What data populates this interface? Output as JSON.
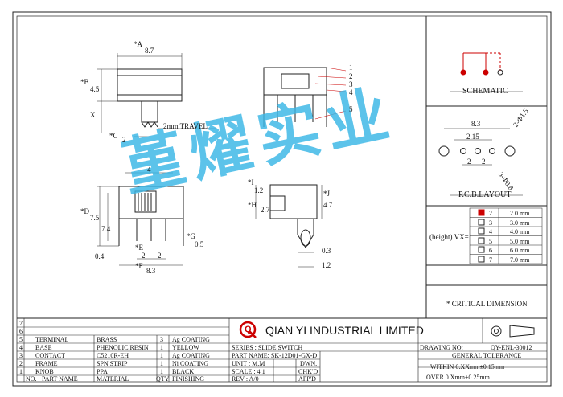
{
  "drawing": {
    "top_view": {
      "dim_a": "*A",
      "dim_a_val": "8.7",
      "dim_b": "*B",
      "dim_b_val": "4.5",
      "dim_x": "X",
      "dim_c": "*C",
      "dim_c_val": "2",
      "travel": "2mm TRAVEL"
    },
    "side_view": {
      "callouts": [
        "1",
        "2",
        "3",
        "4",
        "5"
      ]
    },
    "front_view": {
      "dim_top": "4",
      "dim_d": "*D",
      "d_val1": "7.5",
      "d_val2": "7.4",
      "dim_e": "*E",
      "e_val": "2",
      "e_val2": "2",
      "dim_f": "*F",
      "f_val": "8.3",
      "dim_g": "*G",
      "g_val": "0.5",
      "left_val": "0.4"
    },
    "end_view": {
      "dim_i": "*I",
      "i_val": "1.2",
      "dim_h": "*H",
      "h_val": "2.7",
      "dim_j": "*J",
      "j_val": "4.7",
      "val_03": "0.3",
      "val_12": "1.2"
    }
  },
  "schematic": {
    "label": "SCHEMATIC"
  },
  "pcb": {
    "label": "P.C.B.LAYOUT",
    "w": "8.3",
    "pitch": "2.15",
    "p1": "2",
    "p2": "2",
    "pad": "2-Φ1.5",
    "hole": "3-Φ0.8"
  },
  "height": {
    "label": "(height) VX=",
    "rows": [
      {
        "n": "2",
        "v": "2.0 mm",
        "checked": true
      },
      {
        "n": "3",
        "v": "3.0 mm",
        "checked": false
      },
      {
        "n": "4",
        "v": "4.0 mm",
        "checked": false
      },
      {
        "n": "5",
        "v": "5.0 mm",
        "checked": false
      },
      {
        "n": "6",
        "v": "6.0 mm",
        "checked": false
      },
      {
        "n": "7",
        "v": "7.0 mm",
        "checked": false
      }
    ]
  },
  "critical": "* CRITICAL  DIMENSION",
  "bom": {
    "rows": [
      {
        "no": "7",
        "part": "",
        "material": "",
        "qty": "",
        "finish": ""
      },
      {
        "no": "6",
        "part": "",
        "material": "",
        "qty": "",
        "finish": ""
      },
      {
        "no": "5",
        "part": "TERMINAL",
        "material": "BRASS",
        "qty": "3",
        "finish": "Ag COATING"
      },
      {
        "no": "4",
        "part": "BASE",
        "material": "PHENOLIC RESIN",
        "qty": "1",
        "finish": "YELLOW"
      },
      {
        "no": "3",
        "part": "CONTACT",
        "material": "C5210R-EH",
        "qty": "1",
        "finish": "Ag COATING"
      },
      {
        "no": "2",
        "part": "FRAME",
        "material": "SPN STRIP",
        "qty": "1",
        "finish": "Ni COATING"
      },
      {
        "no": "1",
        "part": "KNOB",
        "material": "PPA",
        "qty": "1",
        "finish": "BLACK"
      }
    ],
    "header": {
      "no": "NO.",
      "part": "PART NAME",
      "material": "MATERIAL",
      "qty": "QTY",
      "finish": "FINISHING"
    }
  },
  "title": {
    "logo": "Q",
    "company": "QIAN YI INDUSTRIAL LIMITED",
    "series": "SERIES : SLIDE SWITCH",
    "part": "PART NAME: SK-12D01-GX-D",
    "unit": "UNIT : M.M",
    "scale": "SCALE : 4:1",
    "rev": "REV  : A/0",
    "dwn": "DWN.",
    "chkd": "CHK'D",
    "appd": "APP'D",
    "drawing_no_label": "DRAWING NO:",
    "drawing_no": "QY-ENL-30012",
    "tol_label": "GENERAL TOLERANCE",
    "tol1": "WITHIN 0.XXmm±0.15mm",
    "tol2": "OVER   0.Xmm±0.25mm"
  },
  "watermark": "堇燿实业"
}
